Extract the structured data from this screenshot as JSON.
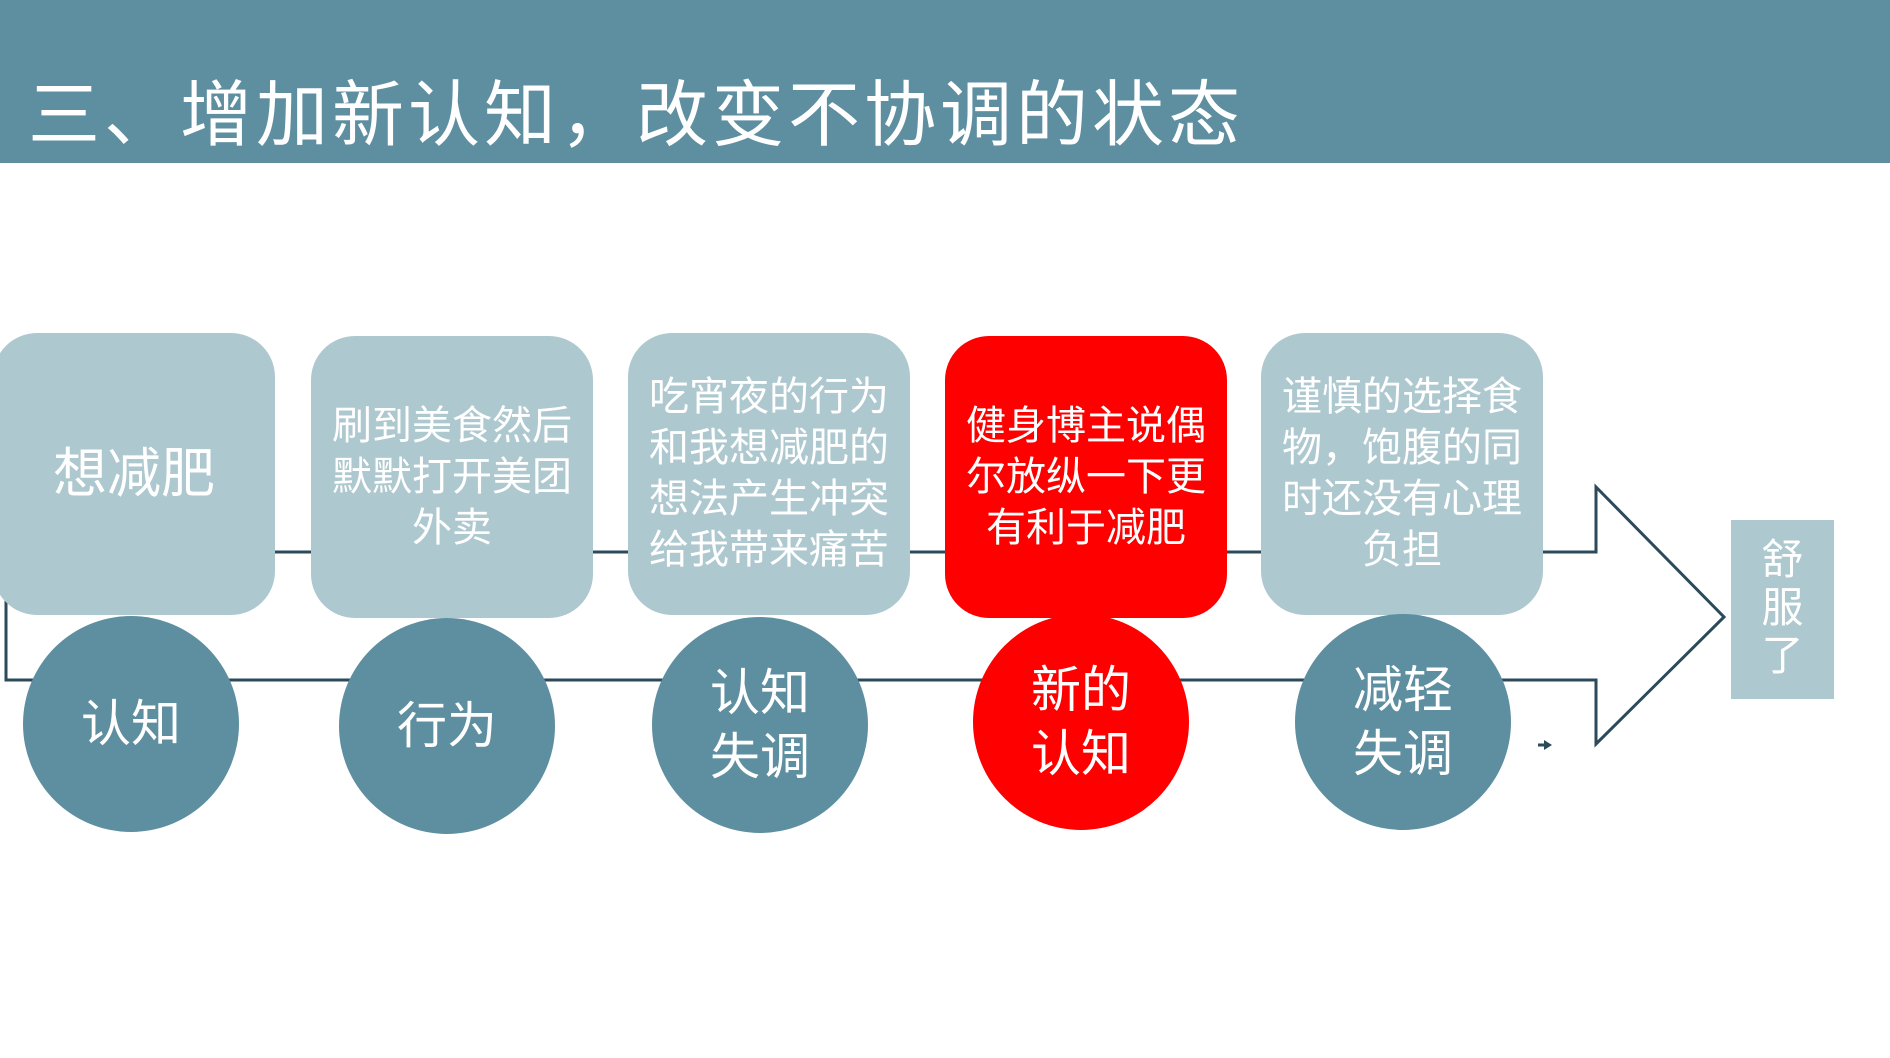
{
  "slide": {
    "title": "三、增加新认知，改变不协调的状态"
  },
  "flow": {
    "stages": [
      {
        "circle": "认知",
        "box": "想减肥",
        "highlight": false
      },
      {
        "circle": "行为",
        "box": "刷到美食然后默默打开美团外卖",
        "highlight": false
      },
      {
        "circle": "认知失调",
        "box": "吃宵夜的行为和我想减肥的想法产生冲突给我带来痛苦",
        "highlight": false
      },
      {
        "circle": "新的认知",
        "box": "健身博主说偶尔放纵一下更有利于减肥",
        "highlight": true
      },
      {
        "circle": "减轻失调",
        "box": "谨慎的选择食物，饱腹的同时还没有心理负担",
        "highlight": false
      }
    ],
    "result": "舒服了"
  },
  "colors": {
    "header": "#5e8fa0",
    "circle": "#5e8fa0",
    "box": "#aec8cf",
    "highlight": "#ff0000",
    "arrow_line": "#2b4a5a"
  }
}
